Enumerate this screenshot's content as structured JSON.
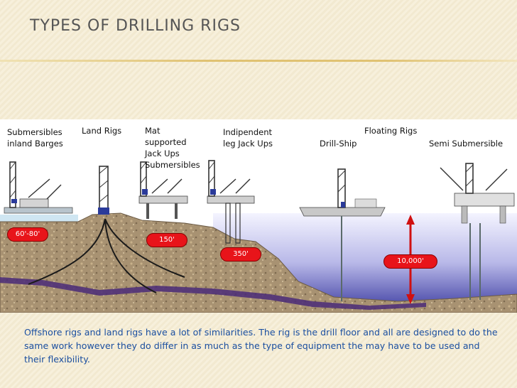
{
  "slide": {
    "title": "TYPES OF DRILLING RIGS",
    "caption": "Offshore rigs and land rigs have a lot of similarities. The rig is the drill floor and all are designed to do the same work however they do differ in as much as the type of equipment the may have to be used and their flexibility."
  },
  "diagram": {
    "labels": {
      "submersibles": "Submersibles\ninland Barges",
      "land_rigs": "Land Rigs",
      "mat_supported": "Mat\nsupported\nJack Ups\nSubmersibles",
      "independent_leg": "Indipendent\nleg Jack Ups",
      "drill_ship": "Drill-Ship",
      "floating_rigs": "Floating Rigs",
      "semi_submersible": "Semi Submersible"
    },
    "depths": {
      "inland": "60'-80'",
      "mat": "150'",
      "jackup": "350'",
      "floating": "10,000'"
    }
  },
  "colors": {
    "title": "#555555",
    "caption": "#1b4fa0",
    "depth_badge": "#e8141a",
    "sea_top": "#ffffff",
    "sea_bottom": "#3a3aa0",
    "ground": "#a89070"
  }
}
